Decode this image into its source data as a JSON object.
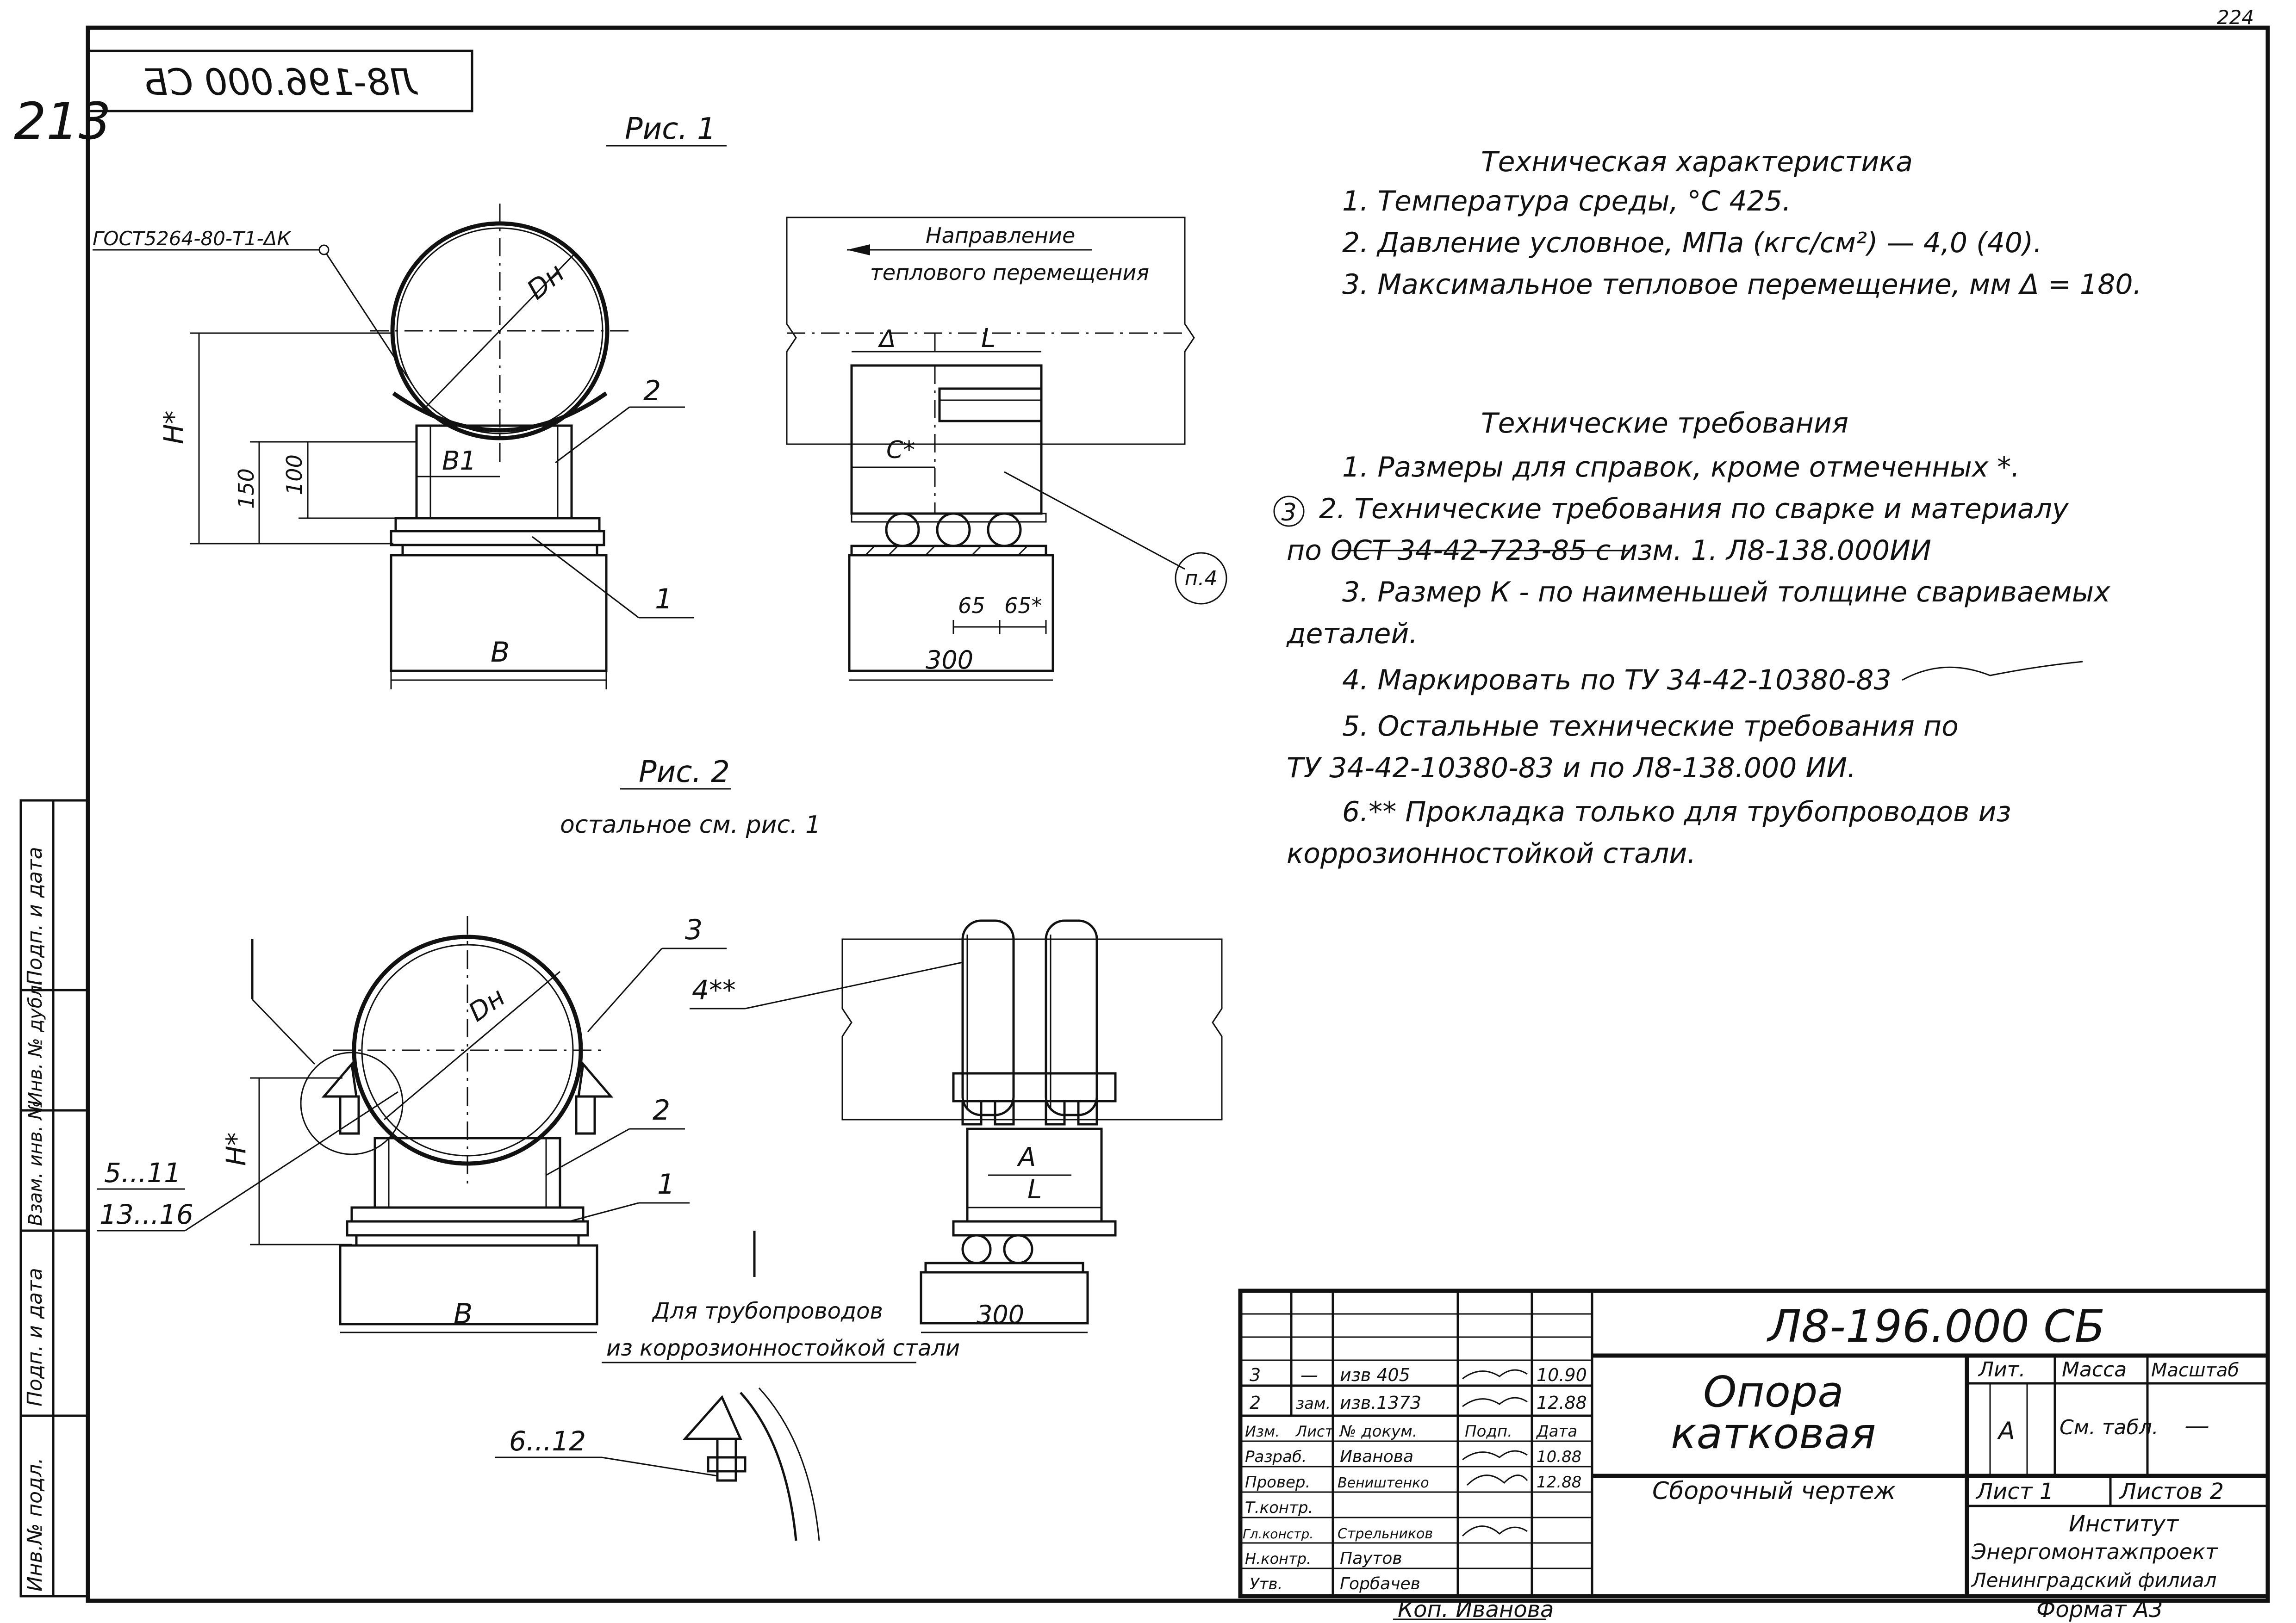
{
  "page_number": "224",
  "sheet_number_handwritten": "213",
  "mirrored_code": "Л8-196.000 СБ",
  "fig1": {
    "title": "Рис. 1",
    "weld_note": "ГОСТ5264-80-Т1-ΔК",
    "direction_label_1": "Направление",
    "direction_label_2": "теплового перемещения",
    "dn": "Dн",
    "h": "H*",
    "b1": "B1",
    "dim_150": "150",
    "dim_100": "100",
    "b": "B",
    "delta": "Δ",
    "l": "L",
    "c": "C*",
    "dim_65a": "65",
    "dim_65b": "65*",
    "dim_300": "300",
    "pos_1": "1",
    "pos_2": "2",
    "note_p4": "п.4"
  },
  "fig2": {
    "title": "Рис. 2",
    "subtitle": "остальное см. рис. 1",
    "dn": "Dн",
    "h": "H*",
    "b": "B",
    "a": "A",
    "l": "L",
    "dim_300": "300",
    "pos_3": "3",
    "pos_4": "4**",
    "pos_2": "2",
    "pos_1": "1",
    "pos_5_11": "5...11",
    "pos_13_16": "13...16",
    "pos_6_12": "6...12",
    "view_mark": "I",
    "view_note_1": "Для трубопроводов",
    "view_note_2": "из коррозионностойкой стали"
  },
  "tech_char": {
    "heading": "Техническая характеристика",
    "lines": [
      "1. Температура среды, °С   425.",
      "2. Давление условное, МПа (кгс/см²) — 4,0 (40).",
      "3. Максимальное тепловое перемещение, мм  Δ = 180."
    ]
  },
  "tech_req": {
    "heading": "Технические требования",
    "revision_mark": "3",
    "lines": [
      "1. Размеры для справок, кроме отмеченных *.",
      "2. Технические требования по сварке и материалу",
      "по ОСТ 34-42-723-85 с изм. 1.  Л8-138.000ИИ",
      "3. Размер К - по наименьшей толщине свариваемых",
      "деталей.",
      "4. Маркировать по ТУ 34-42-10380-83",
      "5. Остальные технические требования по",
      "ТУ 34-42-10380-83 и по Л8-138.000 ИИ.",
      "6.** Прокладка только для трубопроводов из",
      "коррозионностойкой стали."
    ]
  },
  "title_block": {
    "doc_code": "Л8-196.000 СБ",
    "name_1": "Опора",
    "name_2": "катковая",
    "doc_type": "Сборочный чертеж",
    "lit_label": "Лит.",
    "mass_label": "Масса",
    "scale_label": "Масштаб",
    "lit_value": "А",
    "mass_value": "См. табл.",
    "scale_value": "—",
    "sheet_label": "Лист 1",
    "sheets_label": "Листов 2",
    "org_1": "Институт",
    "org_2": "Энергомонтажпроект",
    "org_3": "Ленинградский филиал",
    "format": "Формат А3",
    "copied": "Коп. Иванова",
    "rev_rows": [
      [
        "3",
        "—",
        "изв 405",
        "",
        "10.90"
      ],
      [
        "2",
        "зам.",
        "изв.1373",
        "",
        "12.88"
      ]
    ],
    "header_row": [
      "Изм.",
      "Лист",
      "№ докум.",
      "Подп.",
      "Дата"
    ],
    "people": [
      [
        "Разраб.",
        "Иванова",
        "",
        "10.88"
      ],
      [
        "Провер.",
        "Веништенко",
        "",
        "12.88"
      ],
      [
        "Т.контр.",
        "",
        "",
        ""
      ],
      [
        "Гл.констр.",
        "Стрельников",
        "",
        ""
      ],
      [
        "Н.контр.",
        "Паутов",
        "",
        ""
      ],
      [
        "Утв.",
        "Горбачев",
        "",
        ""
      ]
    ]
  },
  "side_stamp": [
    "Инв.№ подл.",
    "Подп. и дата",
    "Взам. инв. №",
    "Инв. № дубл.",
    "Подп. и дата"
  ]
}
